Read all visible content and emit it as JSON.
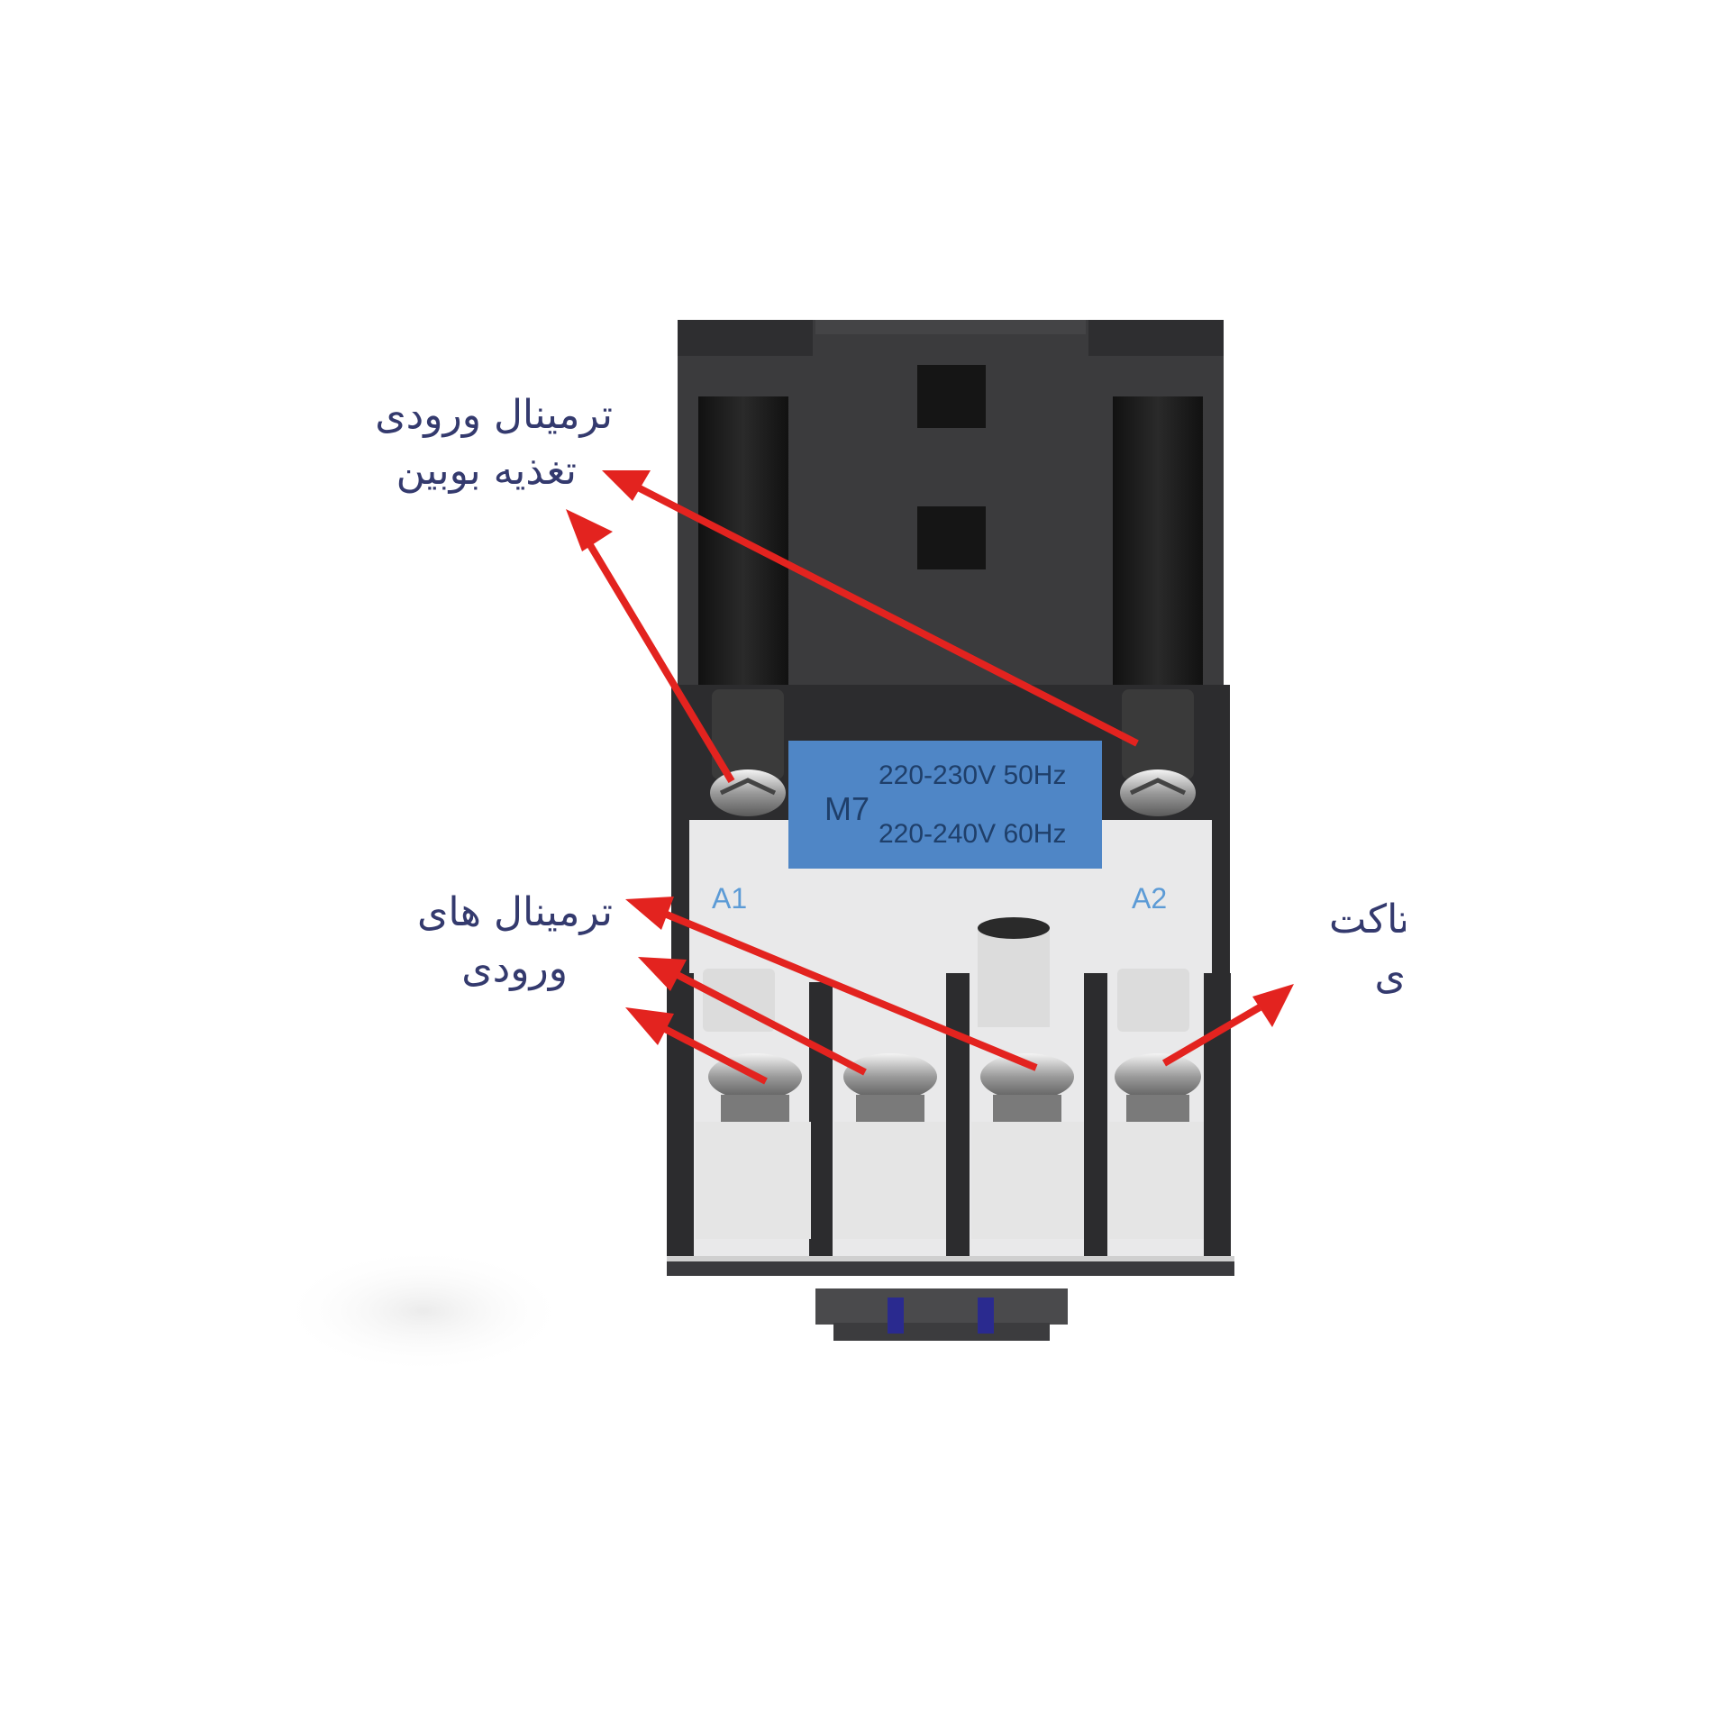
{
  "labels": {
    "coil_terminals": [
      "ترمینال ورودی",
      "تغذیه بوبین"
    ],
    "input_terminals": [
      "ترمینال های",
      "ورودی"
    ],
    "aux_contact": [
      "کنتاکت",
      "ی"
    ]
  },
  "device": {
    "model": "M7",
    "rating_50hz": "220-230V 50Hz",
    "rating_60hz": "220-240V 60Hz",
    "terminal_a1": "A1",
    "terminal_a2": "A2"
  },
  "colors": {
    "arrow": "#e3231f",
    "label_text": "#343a6e",
    "housing_dark": "#3b3b3d",
    "housing_light": "#e9e9ea",
    "coil_label_bg": "#4f86c6",
    "coil_label_text": "#1f3f6a",
    "terminal_mark": "#5c9bd6"
  }
}
